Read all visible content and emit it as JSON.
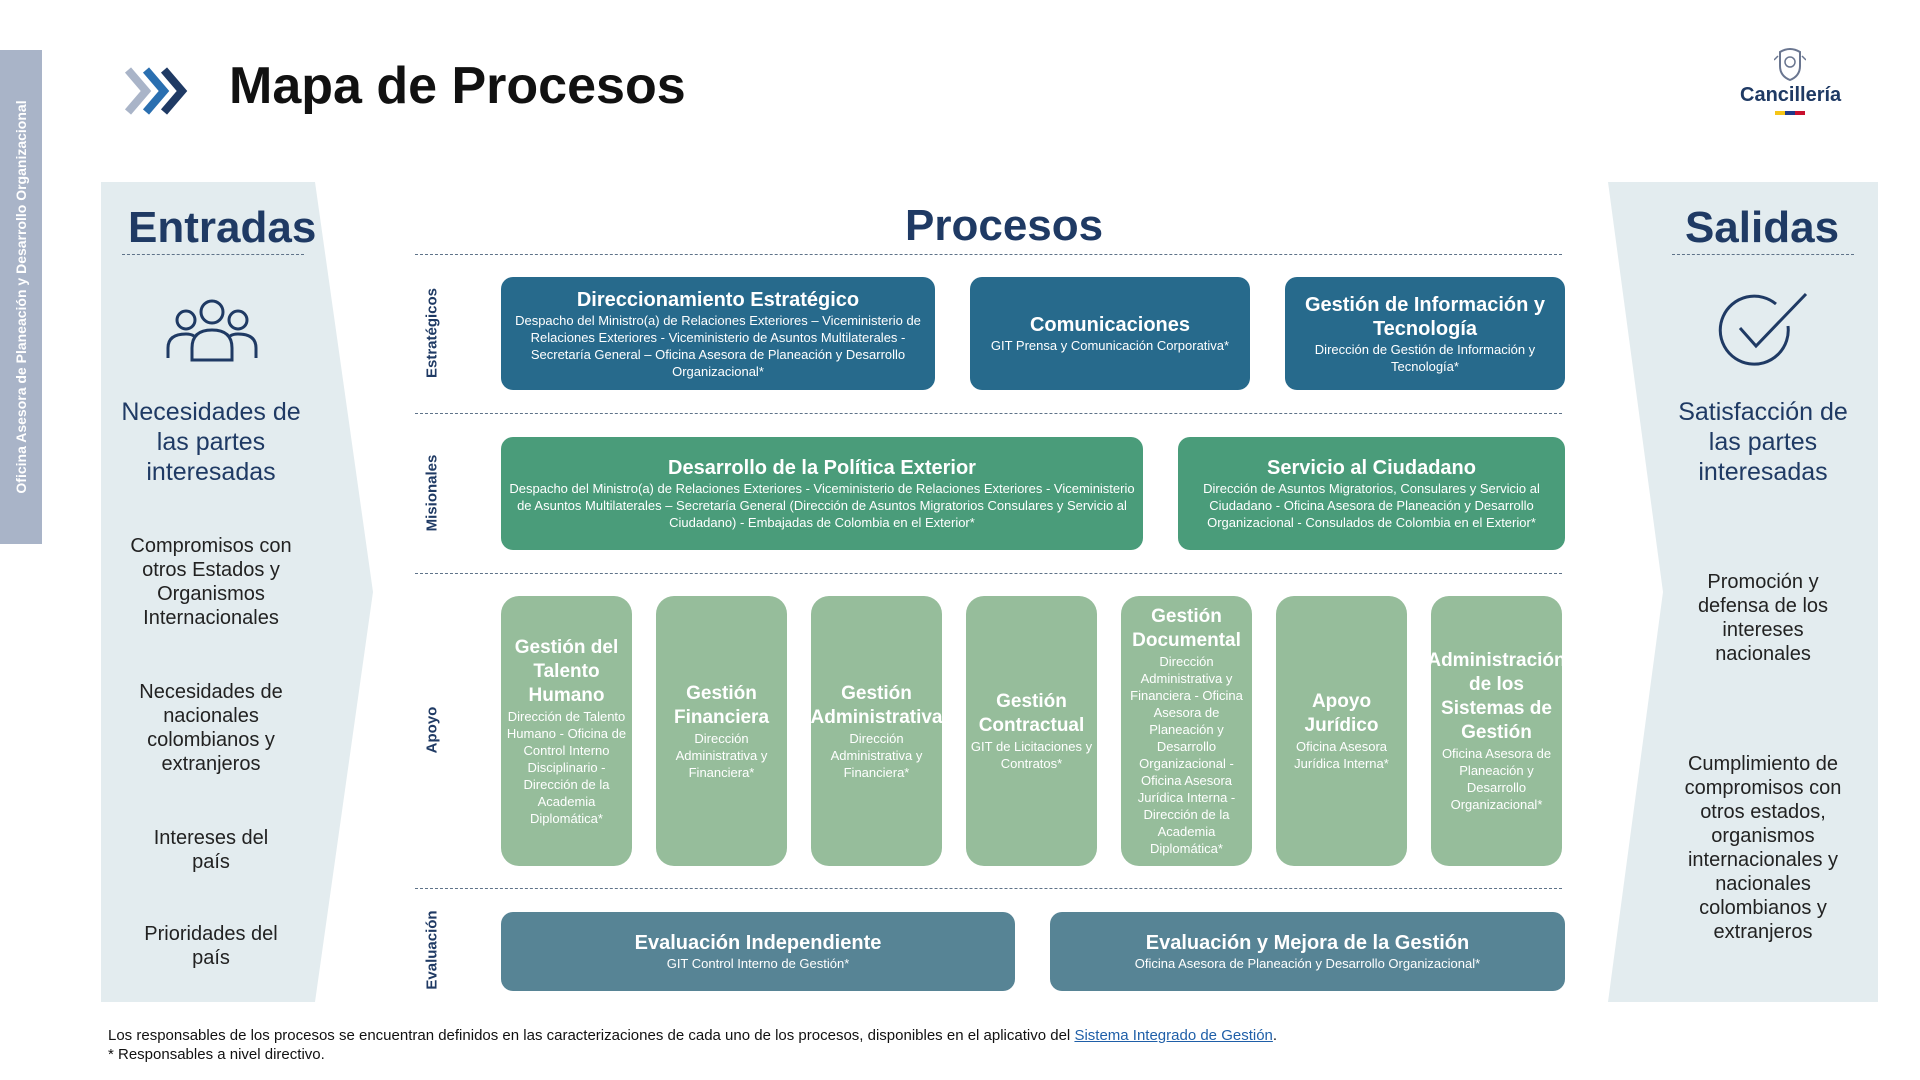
{
  "side_tab": "Oficina Asesora de Planeación y Desarrollo Organizacional",
  "page_title": "Mapa de Procesos",
  "logo": {
    "name": "Cancillería",
    "flag_colors": [
      "#f5c518",
      "#1f3a8a",
      "#c8102e"
    ]
  },
  "colors": {
    "navy": "#1f3a64",
    "panel": "#e3ecef",
    "estrategicos": "#276a8c",
    "misionales": "#4a9c7a",
    "apoyo": "#96bd9b",
    "evaluacion": "#578495"
  },
  "entradas": {
    "title": "Entradas",
    "icon": "people-group-icon",
    "need": "Necesidades de las partes interesadas",
    "items": [
      "Compromisos con otros Estados y Organismos Internacionales",
      "Necesidades de nacionales colombianos y extranjeros",
      "Intereses del país",
      "Prioridades del país"
    ]
  },
  "salidas": {
    "title": "Salidas",
    "icon": "check-circle-icon",
    "need": "Satisfacción de las partes interesadas",
    "items": [
      "Promoción y defensa de los intereses nacionales",
      "Cumplimiento de compromisos con otros estados, organismos internacionales y nacionales colombianos y extranjeros"
    ]
  },
  "procesos": {
    "title": "Procesos",
    "rows": [
      {
        "label": "Estratégicos",
        "boxes": [
          {
            "title": "Direccionamiento Estratégico",
            "sub": "Despacho del Ministro(a) de Relaciones Exteriores – Viceministerio de Relaciones Exteriores - Viceministerio de Asuntos Multilaterales - Secretaría General – Oficina Asesora de Planeación y Desarrollo Organizacional*"
          },
          {
            "title": "Comunicaciones",
            "sub": "GIT Prensa y Comunicación Corporativa*"
          },
          {
            "title": "Gestión de Información y Tecnología",
            "sub": "Dirección de Gestión de Información y Tecnología*"
          }
        ]
      },
      {
        "label": "Misionales",
        "boxes": [
          {
            "title": "Desarrollo de la Política Exterior",
            "sub": "Despacho del Ministro(a) de Relaciones Exteriores - Viceministerio de Relaciones Exteriores - Viceministerio de Asuntos Multilaterales – Secretaría General (Dirección de Asuntos Migratorios Consulares y Servicio al Ciudadano) - Embajadas de Colombia en el Exterior*"
          },
          {
            "title": "Servicio al Ciudadano",
            "sub": "Dirección de Asuntos Migratorios, Consulares y Servicio al Ciudadano - Oficina Asesora de Planeación y Desarrollo Organizacional - Consulados de Colombia en el Exterior*"
          }
        ]
      },
      {
        "label": "Apoyo",
        "boxes": [
          {
            "title": "Gestión del Talento Humano",
            "sub": "Dirección de Talento Humano - Oficina de Control Interno Disciplinario - Dirección de la Academia Diplomática*"
          },
          {
            "title": "Gestión Financiera",
            "sub": "Dirección Administrativa y Financiera*"
          },
          {
            "title": "Gestión Administrativa",
            "sub": "Dirección Administrativa y Financiera*"
          },
          {
            "title": "Gestión Contractual",
            "sub": "GIT de Licitaciones y Contratos*"
          },
          {
            "title": "Gestión Documental",
            "sub": "Dirección Administrativa y Financiera - Oficina Asesora de Planeación y Desarrollo Organizacional - Oficina Asesora Jurídica Interna - Dirección de la Academia Diplomática*"
          },
          {
            "title": "Apoyo Jurídico",
            "sub": "Oficina Asesora Jurídica Interna*"
          },
          {
            "title": "Administración de los Sistemas de Gestión",
            "sub": "Oficina Asesora de Planeación y Desarrollo Organizacional*"
          }
        ]
      },
      {
        "label": "Evaluación",
        "boxes": [
          {
            "title": "Evaluación Independiente",
            "sub": "GIT Control Interno de Gestión*"
          },
          {
            "title": "Evaluación y Mejora de la Gestión",
            "sub": "Oficina Asesora de Planeación y Desarrollo Organizacional*"
          }
        ]
      }
    ]
  },
  "footnote": {
    "text": "Los responsables de los procesos se encuentran definidos en las caracterizaciones de cada uno de los procesos, disponibles en el aplicativo del ",
    "link": "Sistema Integrado de Gestión",
    "end": ".",
    "note": "* Responsables a nivel directivo."
  }
}
